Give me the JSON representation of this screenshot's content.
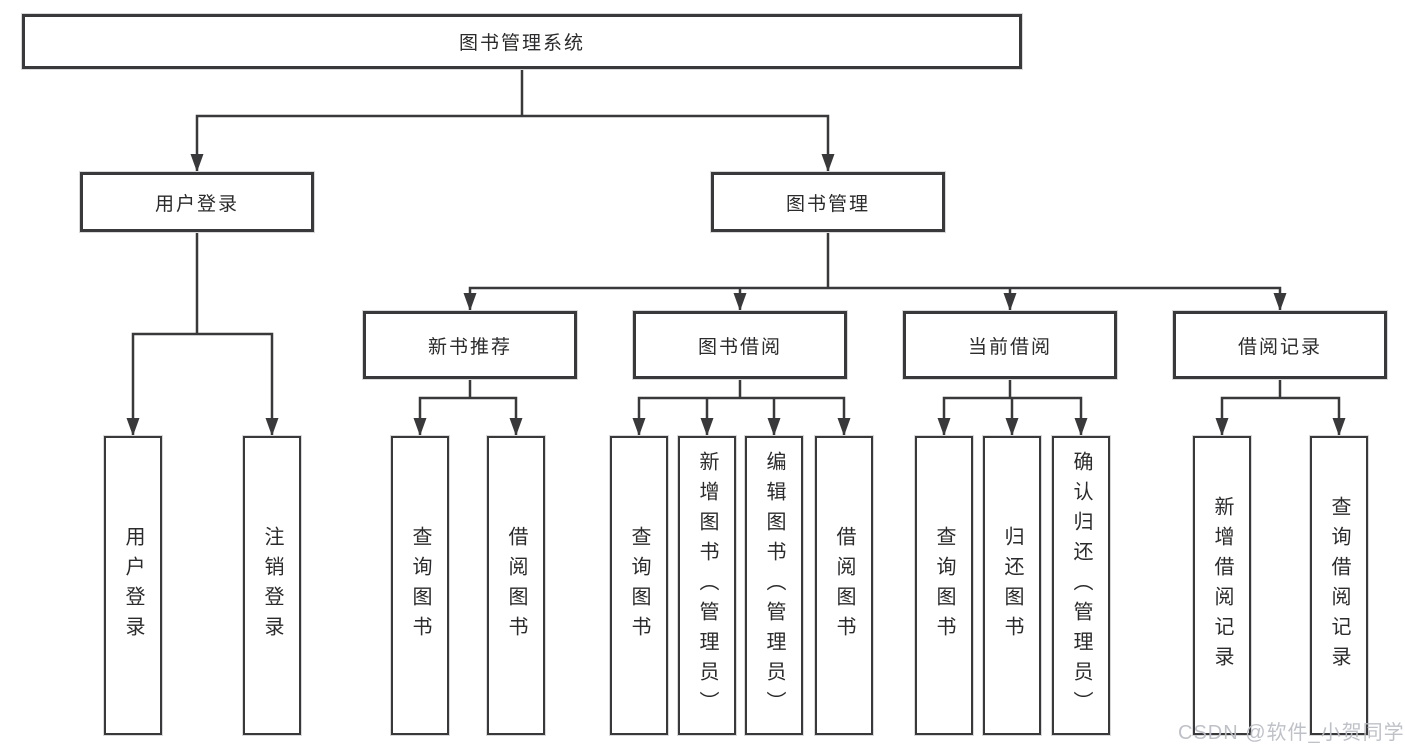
{
  "diagram": {
    "root": "图书管理系统",
    "branches": [
      {
        "label": "用户登录",
        "children": [
          "用户登录",
          "注销登录"
        ]
      },
      {
        "label": "图书管理",
        "groups": [
          {
            "label": "新书推荐",
            "children": [
              "查询图书",
              "借阅图书"
            ]
          },
          {
            "label": "图书借阅",
            "children": [
              "查询图书",
              "新增图书（管理员）",
              "编辑图书（管理员）",
              "借阅图书"
            ]
          },
          {
            "label": "当前借阅",
            "children": [
              "查询图书",
              "归还图书",
              "确认归还（管理员）"
            ]
          },
          {
            "label": "借阅记录",
            "children": [
              "新增借阅记录",
              "查询借阅记录"
            ]
          }
        ]
      }
    ]
  },
  "colors": {
    "line": "#39393b",
    "text": "#2b2b2d",
    "watermark": "#babec4"
  },
  "watermark": "CSDN @软件_小贺同学"
}
